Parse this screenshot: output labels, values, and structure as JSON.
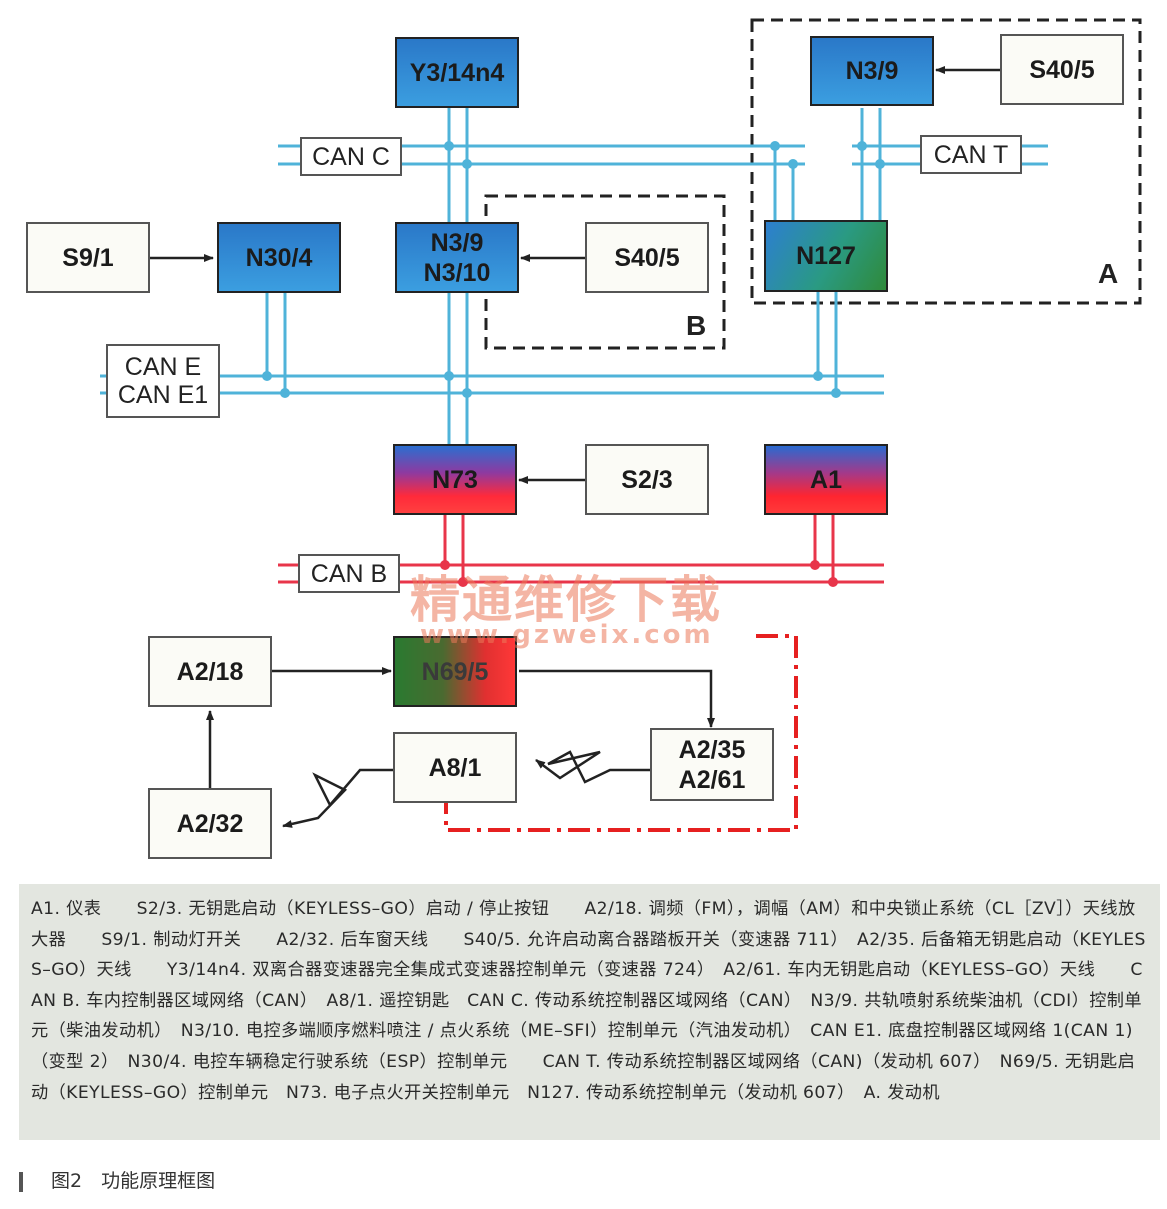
{
  "nodes": {
    "y3_14n4": "Y3/14n4",
    "n3_9_top": "N3/9",
    "s40_5_top": "S40/5",
    "s9_1": "S9/1",
    "n30_4": "N30/4",
    "n3_9_mid": "N3/9",
    "n3_10": "N3/10",
    "s40_5_mid": "S40/5",
    "n127": "N127",
    "n73": "N73",
    "s2_3": "S2/3",
    "a1": "A1",
    "a2_18": "A2/18",
    "n69_5": "N69/5",
    "a8_1": "A8/1",
    "a2_35": "A2/35",
    "a2_61": "A2/61",
    "a2_32": "A2/32"
  },
  "buses": {
    "can_c": "CAN C",
    "can_t": "CAN T",
    "can_e": "CAN E",
    "can_e1": "CAN E1",
    "can_b": "CAN B"
  },
  "regions": {
    "a": "A",
    "b": "B"
  },
  "watermark": {
    "title": "精通维修下载",
    "url": "www.gzweix.com"
  },
  "legend_text": "A1. 仪表　　S2/3. 无钥匙启动（KEYLESS–GO）启动 / 停止按钮　　A2/18. 调频（FM），调幅（AM）和中央锁止系统（CL［ZV］）天线放大器　　S9/1. 制动灯开关　　A2/32. 后车窗天线　　S40/5. 允许启动离合器踏板开关（变速器 711）　A2/35. 后备箱无钥匙启动（KEYLESS–GO）天线　　Y3/14n4. 双离合器变速器完全集成式变速器控制单元（变速器 724）　A2/61. 车内无钥匙启动（KEYLESS–GO）天线　　CAN B. 车内控制器区域网络（CAN）　A8/1. 遥控钥匙　CAN C. 传动系统控制器区域网络（CAN）　N3/9. 共轨喷射系统柴油机（CDI）控制单元（柴油发动机）　N3/10. 电控多端顺序燃料喷注 / 点火系统（ME–SFI）控制单元（汽油发动机）　CAN E1. 底盘控制器区域网络 1(CAN 1)（变型 2）　N30/4. 电控车辆稳定行驶系统（ESP）控制单元　　CAN T. 传动系统控制器区域网络（CAN)（发动机 607）　N69/5. 无钥匙启动（KEYLESS–GO）控制单元　N73. 电子点火开关控制单元　N127. 传动系统控制单元（发动机 607）　A. 发动机",
  "caption": "图2　功能原理框图",
  "colors": {
    "can_blue": "#4fb3d9",
    "can_red": "#e8354a",
    "region_red": "#e62020"
  }
}
